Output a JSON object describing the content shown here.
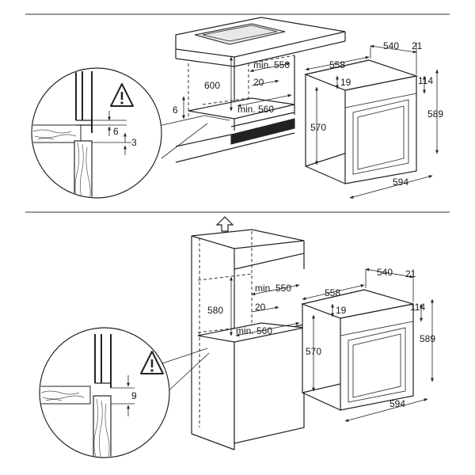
{
  "top": {
    "cabinet": {
      "height": "600",
      "min_depth": "min. 550",
      "vent": "20",
      "min_width": "min. 560",
      "base_gap": "6"
    },
    "detail": {
      "gap": "6",
      "thickness": "3"
    },
    "oven": {
      "depth_outer": "540",
      "front_offset": "21",
      "depth_inner": "558",
      "top_gap": "19",
      "panel_height": "114",
      "height_inner": "570",
      "height_outer": "589",
      "width": "594"
    }
  },
  "bottom": {
    "cabinet": {
      "height": "580",
      "min_depth": "min. 550",
      "vent": "20",
      "min_width": "min. 560"
    },
    "detail": {
      "gap": "9"
    },
    "oven": {
      "depth_outer": "540",
      "front_offset": "21",
      "depth_inner": "558",
      "top_gap": "19",
      "panel_height": "114",
      "height_inner": "570",
      "height_outer": "589",
      "width": "594"
    }
  },
  "icons": [
    "warning-triangle-icon",
    "up-arrow-icon"
  ]
}
